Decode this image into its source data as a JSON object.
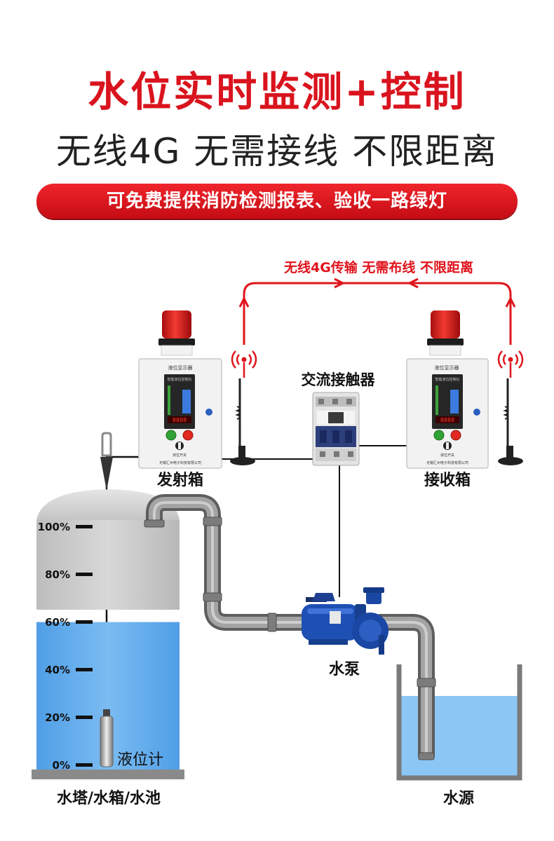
{
  "header": {
    "title": "水位实时监测+控制",
    "subtitle": "无线4G 无需接线 不限距离",
    "banner": "可免费提供消防检测报表、验收一路绿灯"
  },
  "diagram": {
    "wireless_label": "无线4G传输  无需布线  不限距离",
    "transmitter_label": "发射箱",
    "receiver_label": "接收箱",
    "contactor_label": "交流接触器",
    "pump_label": "水泵",
    "sensor_label": "液位计",
    "tank_label": "水塔/水箱/水池",
    "source_label": "水源",
    "scale_marks": [
      "100%",
      "80%",
      "60%",
      "40%",
      "20%",
      "0%"
    ],
    "water_level_percent": 60,
    "box_header_text": "液位显示器",
    "box_footer_text": "无锡汇州电子科技有限公司",
    "box_small_text": "智能液位控制仪",
    "box_switch_text": "液位开关",
    "colors": {
      "accent_red": "#e0141c",
      "water_blue": "#6fb4ee",
      "tank_gray": "#c9c9c9",
      "pipe_gray": "#8e8e8e",
      "pump_blue": "#1e50b4"
    }
  }
}
